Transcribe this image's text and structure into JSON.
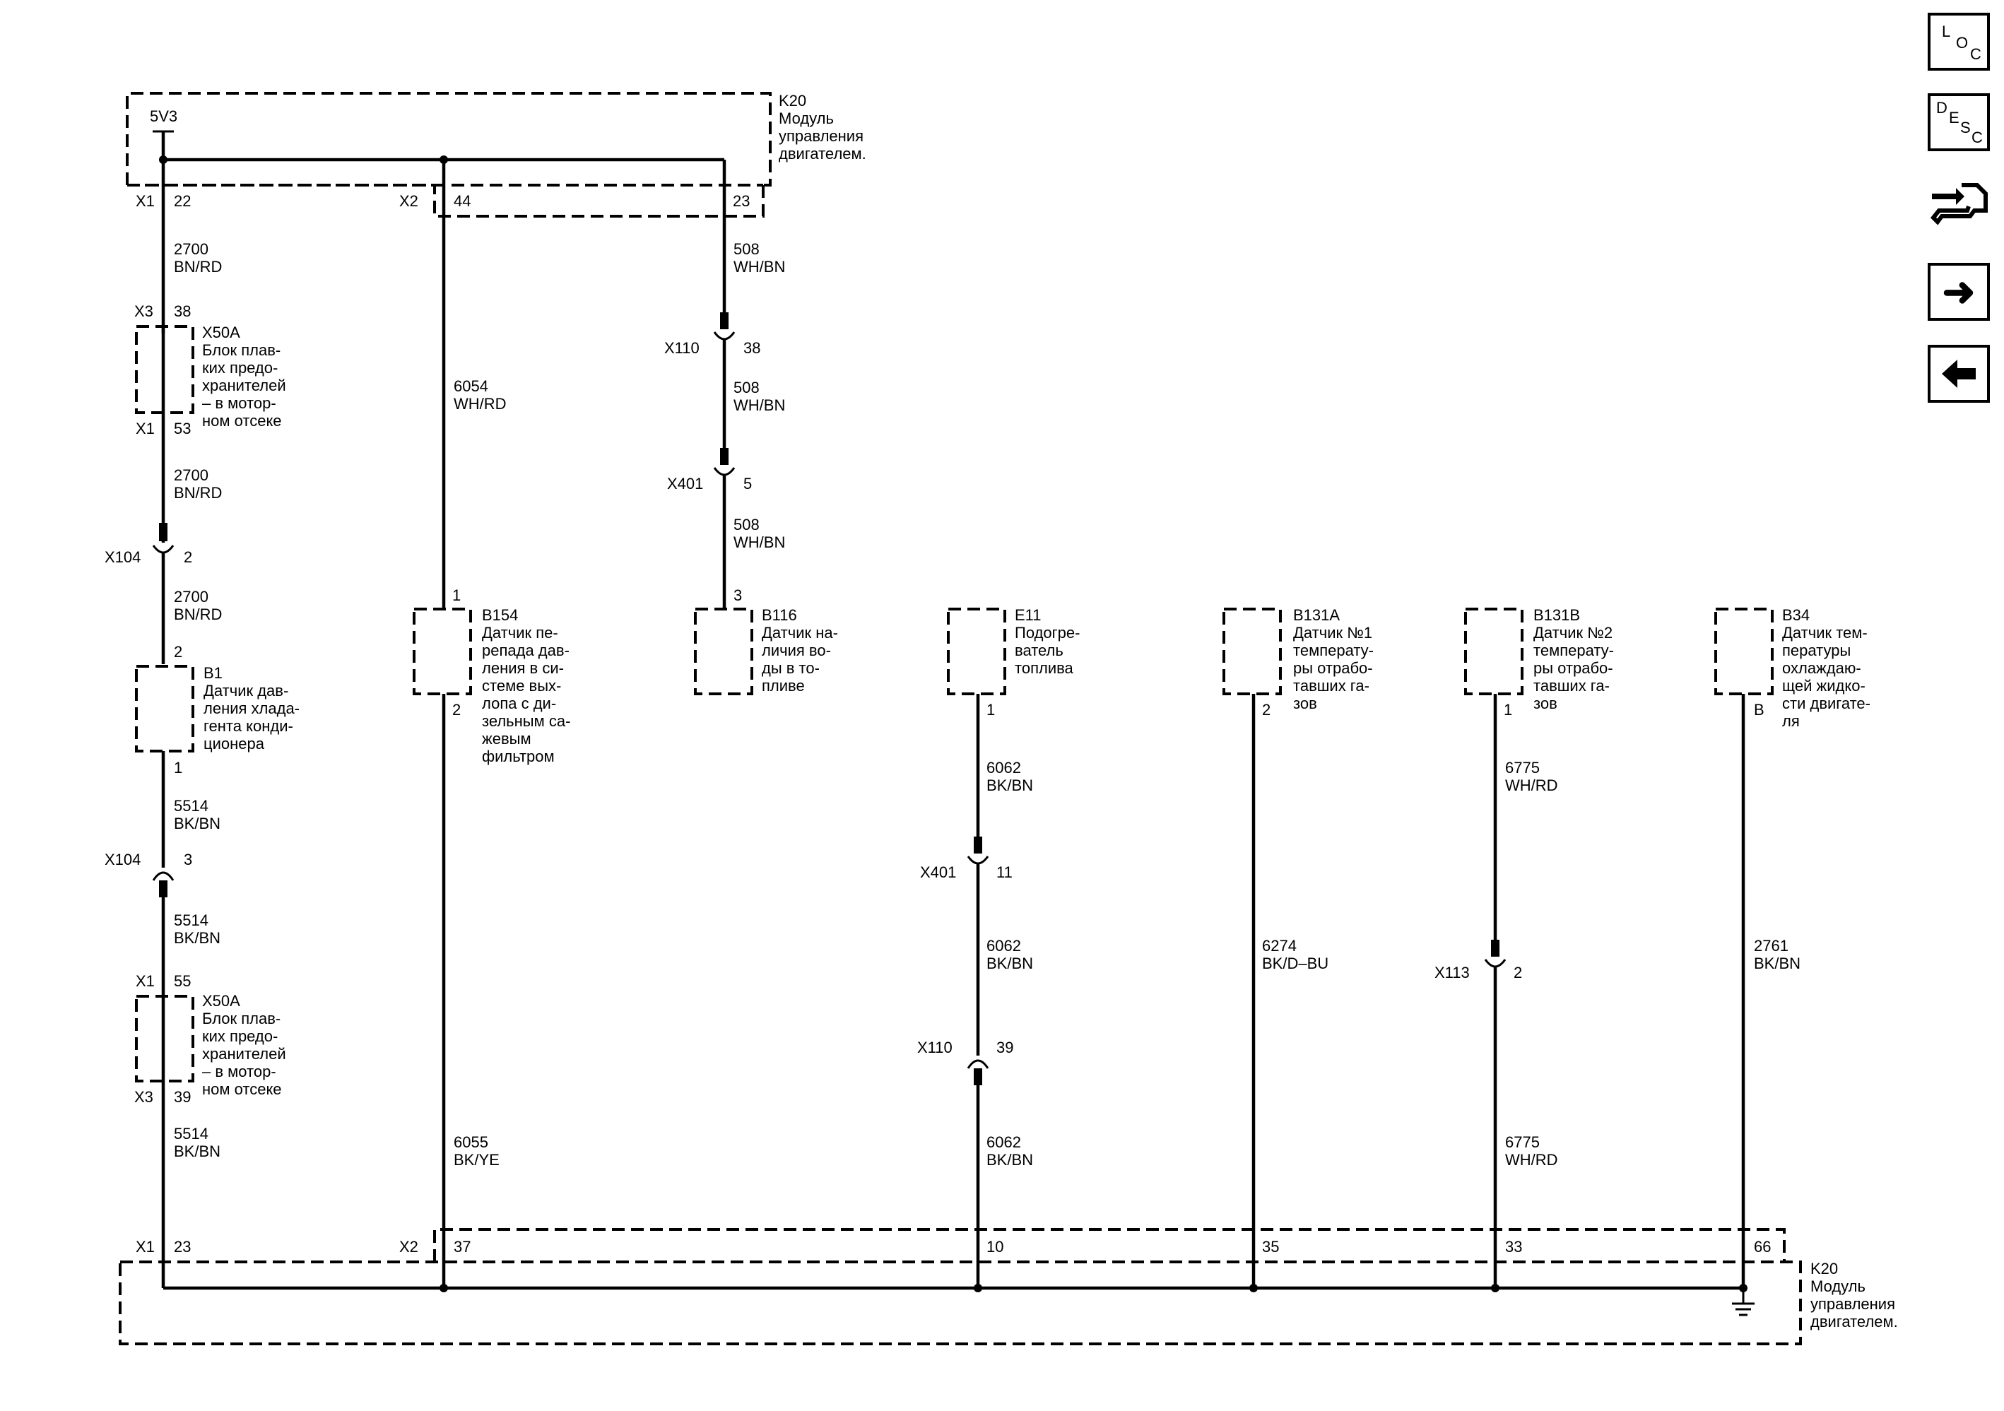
{
  "nav": {
    "loc": [
      "L",
      "O",
      "C"
    ],
    "desc": [
      "D",
      "E",
      "S",
      "C"
    ]
  },
  "module_top": {
    "id": "K20",
    "name": [
      "Модуль",
      "управления",
      "двигателем."
    ],
    "supply": "5V3",
    "x1": "X1",
    "x1_pin": "22",
    "x2": "X2",
    "x2_pin": "44",
    "pin_23": "23"
  },
  "module_bottom": {
    "id": "K20",
    "name": [
      "Модуль",
      "управления",
      "двигателем."
    ],
    "x1": "X1",
    "x1_pin": "23",
    "x2": "X2",
    "x2_pin": "37",
    "pins": [
      "10",
      "35",
      "33",
      "66"
    ]
  },
  "fuse_block_1": {
    "id": "X50A",
    "name": [
      "Блок плав-",
      "ких предо-",
      "хранителей",
      "– в мотор-",
      "ном отсеке"
    ],
    "top_conn": "X3",
    "top_pin": "38",
    "bottom_conn": "X1",
    "bottom_pin": "53"
  },
  "fuse_block_2": {
    "id": "X50A",
    "name": [
      "Блок плав-",
      "ких предо-",
      "хранителей",
      "– в мотор-",
      "ном отсеке"
    ],
    "top_conn": "X1",
    "top_pin": "55",
    "bottom_conn": "X3",
    "bottom_pin": "39"
  },
  "components": {
    "b1": {
      "id": "B1",
      "name": [
        "Датчик дав-",
        "ления хлада-",
        "гента конди-",
        "ционера"
      ],
      "pin_top": "2",
      "pin_bottom": "1"
    },
    "b154": {
      "id": "B154",
      "name": [
        "Датчик пе-",
        "репада дав-",
        "ления в си-",
        "стеме вых-",
        "лопа с ди-",
        "зельным са-",
        "жевым",
        "фильтром"
      ],
      "pin_top": "1",
      "pin_bottom": "2"
    },
    "b116": {
      "id": "B116",
      "name": [
        "Датчик на-",
        "личия во-",
        "ды в то-",
        "пливе"
      ],
      "pin_top": "3"
    },
    "e11": {
      "id": "E11",
      "name": [
        "Подогре-",
        "ватель",
        "топлива"
      ],
      "pin_bottom": "1"
    },
    "b131a": {
      "id": "B131A",
      "name": [
        "Датчик №1",
        "температу-",
        "ры отрабо-",
        "тавших га-",
        "зов"
      ],
      "pin_bottom": "2"
    },
    "b131b": {
      "id": "B131B",
      "name": [
        "Датчик №2",
        "температу-",
        "ры отрабо-",
        "тавших га-",
        "зов"
      ],
      "pin_bottom": "1"
    },
    "b34": {
      "id": "B34",
      "name": [
        "Датчик тем-",
        "пературы",
        "охлаждаю-",
        "щей жидко-",
        "сти двигате-",
        "ля"
      ],
      "pin_bottom": "B"
    }
  },
  "connectors": {
    "x104_a": {
      "id": "X104",
      "pin": "2"
    },
    "x104_b": {
      "id": "X104",
      "pin": "3"
    },
    "x110_a": {
      "id": "X110",
      "pin": "38"
    },
    "x401_a": {
      "id": "X401",
      "pin": "5"
    },
    "x401_b": {
      "id": "X401",
      "pin": "11"
    },
    "x110_b": {
      "id": "X110",
      "pin": "39"
    },
    "x113": {
      "id": "X113",
      "pin": "2"
    }
  },
  "wires": {
    "w2700_a": {
      "circuit": "2700",
      "color": "BN/RD"
    },
    "w2700_b": {
      "circuit": "2700",
      "color": "BN/RD"
    },
    "w2700_c": {
      "circuit": "2700",
      "color": "BN/RD"
    },
    "w5514_a": {
      "circuit": "5514",
      "color": "BK/BN"
    },
    "w5514_b": {
      "circuit": "5514",
      "color": "BK/BN"
    },
    "w5514_c": {
      "circuit": "5514",
      "color": "BK/BN"
    },
    "w6054": {
      "circuit": "6054",
      "color": "WH/RD"
    },
    "w6055": {
      "circuit": "6055",
      "color": "BK/YE"
    },
    "w508_a": {
      "circuit": "508",
      "color": "WH/BN"
    },
    "w508_b": {
      "circuit": "508",
      "color": "WH/BN"
    },
    "w508_c": {
      "circuit": "508",
      "color": "WH/BN"
    },
    "w6062_a": {
      "circuit": "6062",
      "color": "BK/BN"
    },
    "w6062_b": {
      "circuit": "6062",
      "color": "BK/BN"
    },
    "w6062_c": {
      "circuit": "6062",
      "color": "BK/BN"
    },
    "w6274": {
      "circuit": "6274",
      "color": "BK/D–BU"
    },
    "w6775_a": {
      "circuit": "6775",
      "color": "WH/RD"
    },
    "w6775_b": {
      "circuit": "6775",
      "color": "WH/RD"
    },
    "w2761": {
      "circuit": "2761",
      "color": "BK/BN"
    }
  }
}
